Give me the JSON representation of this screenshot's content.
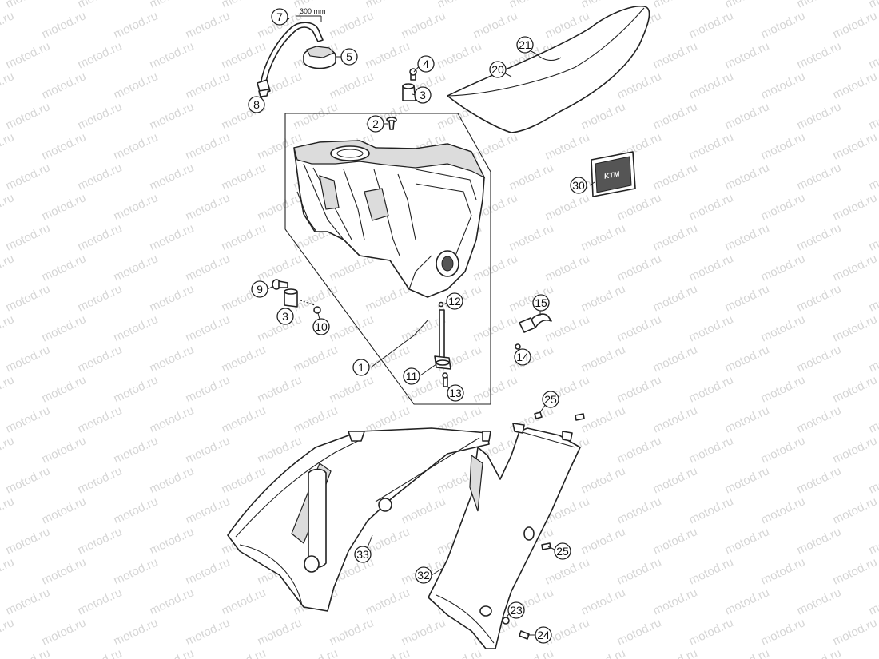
{
  "watermark": "motod.ru",
  "dimension_label": "300 mm",
  "tank_decal_text": "KTM",
  "callouts": [
    {
      "id": "c1",
      "label": "1"
    },
    {
      "id": "c2",
      "label": "2"
    },
    {
      "id": "c3a",
      "label": "3"
    },
    {
      "id": "c3b",
      "label": "3"
    },
    {
      "id": "c4",
      "label": "4"
    },
    {
      "id": "c5",
      "label": "5"
    },
    {
      "id": "c7",
      "label": "7"
    },
    {
      "id": "c8",
      "label": "8"
    },
    {
      "id": "c9",
      "label": "9"
    },
    {
      "id": "c10",
      "label": "10"
    },
    {
      "id": "c11",
      "label": "11"
    },
    {
      "id": "c12",
      "label": "12"
    },
    {
      "id": "c13",
      "label": "13"
    },
    {
      "id": "c14",
      "label": "14"
    },
    {
      "id": "c15",
      "label": "15"
    },
    {
      "id": "c20",
      "label": "20"
    },
    {
      "id": "c21",
      "label": "21"
    },
    {
      "id": "c23",
      "label": "23"
    },
    {
      "id": "c24",
      "label": "24"
    },
    {
      "id": "c25a",
      "label": "25"
    },
    {
      "id": "c25b",
      "label": "25"
    },
    {
      "id": "c30",
      "label": "30"
    },
    {
      "id": "c32",
      "label": "32"
    },
    {
      "id": "c33",
      "label": "33"
    }
  ],
  "colors": {
    "line": "#222222",
    "watermark": "#d6d6d6",
    "background": "#ffffff"
  }
}
